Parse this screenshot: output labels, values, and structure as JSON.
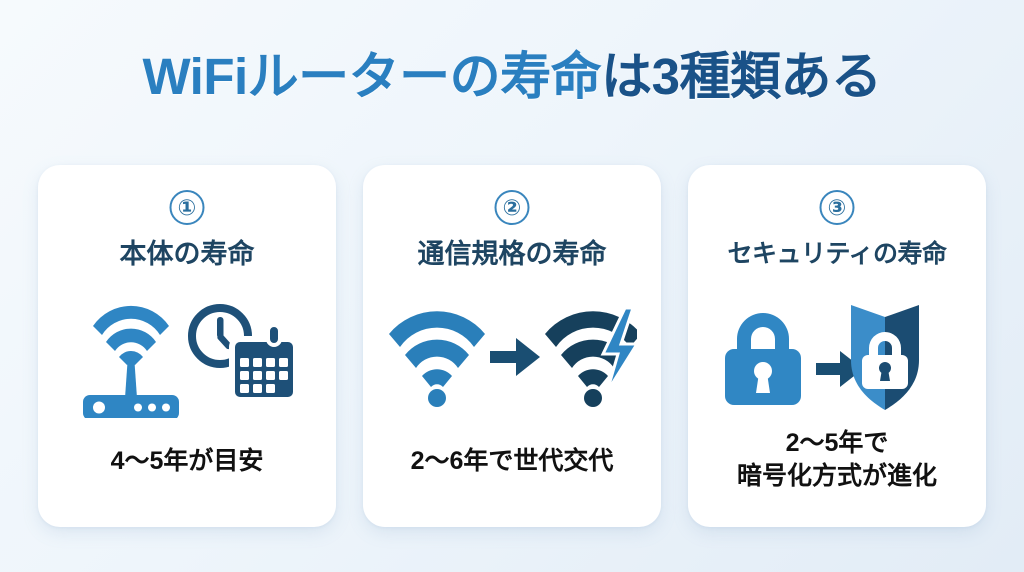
{
  "title": {
    "segment_light": "WiFiルーターの寿命",
    "segment_dark": "は3種類ある",
    "full": "WiFiルーターの寿命は3種類ある"
  },
  "colors": {
    "title_light_blue": "#2a7fc0",
    "title_dark_blue": "#1a5288",
    "heading_navy": "#1e4562",
    "badge_blue": "#2b6f9e",
    "icon_blue": "#2f86c4",
    "icon_navy": "#16405c",
    "footer_black": "#111111",
    "card_bg": "#ffffff",
    "page_bg": "#eef5fb"
  },
  "cards": [
    {
      "number": "①",
      "heading": "本体の寿命",
      "icons": [
        "wifi-router-icon",
        "clock-calendar-icon"
      ],
      "footer_lines": [
        "4〜5年が目安"
      ]
    },
    {
      "number": "②",
      "heading": "通信規格の寿命",
      "icons": [
        "wifi-signal-icon",
        "arrow-right-icon",
        "wifi-signal-fast-icon"
      ],
      "footer_lines": [
        "2〜6年で世代交代"
      ]
    },
    {
      "number": "③",
      "heading": "セキュリティの寿命",
      "icons": [
        "padlock-icon",
        "arrow-right-icon",
        "shield-lock-icon"
      ],
      "footer_lines": [
        "2〜5年で",
        "暗号化方式が進化"
      ]
    }
  ]
}
